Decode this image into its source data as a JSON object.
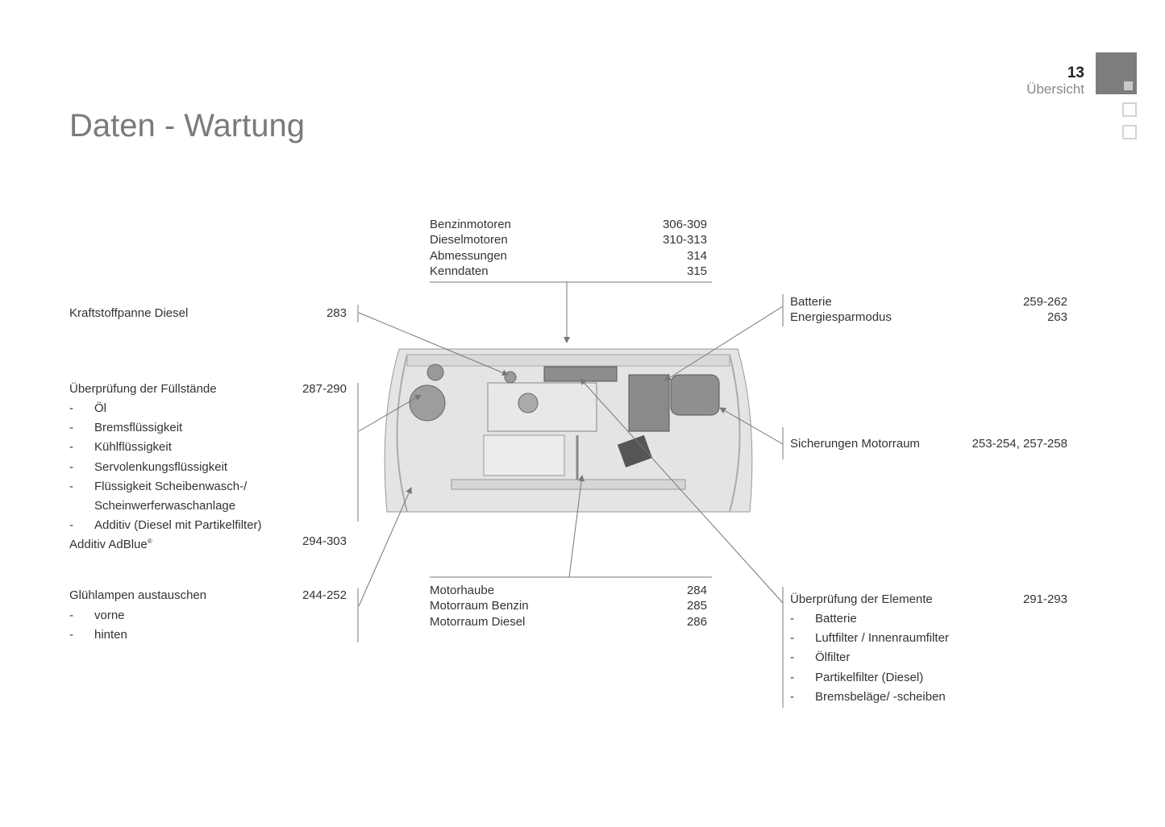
{
  "header": {
    "title": "Daten - Wartung",
    "page_number": "13",
    "section": "Übersicht"
  },
  "top_block": [
    {
      "label": "Benzinmotoren",
      "pages": "306-309"
    },
    {
      "label": "Dieselmotoren",
      "pages": "310-313"
    },
    {
      "label": "Abmessungen",
      "pages": "314"
    },
    {
      "label": "Kenndaten",
      "pages": "315"
    }
  ],
  "bottom_block": [
    {
      "label": "Motorhaube",
      "pages": "284"
    },
    {
      "label": "Motorraum Benzin",
      "pages": "285"
    },
    {
      "label": "Motorraum Diesel",
      "pages": "286"
    }
  ],
  "left": {
    "fuel": {
      "label": "Kraftstoffpanne Diesel",
      "pages": "283"
    },
    "levels": {
      "label": "Überprüfung der Füllstände",
      "pages": "287-290",
      "items": [
        "Öl",
        "Bremsflüssigkeit",
        "Kühlflüssigkeit",
        "Servolenkungsflüssigkeit",
        "Flüssigkeit Scheibenwasch-/",
        "Scheinwerferwaschanlage",
        "Additiv (Diesel mit Partikelfilter)"
      ]
    },
    "adblue": {
      "label": "Additiv AdBlue",
      "reg": "®",
      "pages": "294-303"
    },
    "bulbs": {
      "label": "Glühlampen austauschen",
      "pages": "244-252",
      "items": [
        "vorne",
        "hinten"
      ]
    }
  },
  "right": {
    "battery": [
      {
        "label": "Batterie",
        "pages": "259-262"
      },
      {
        "label": "Energiesparmodus",
        "pages": "263"
      }
    ],
    "fuses": {
      "label": "Sicherungen Motorraum",
      "pages": "253-254, 257-258"
    },
    "elements": {
      "label": "Überprüfung der Elemente",
      "pages": "291-293",
      "items": [
        "Batterie",
        "Luftfilter / Innenraumfilter",
        "Ölfilter",
        "Partikelfilter (Diesel)",
        "Bremsbeläge/ -scheiben"
      ]
    }
  },
  "dash": "-"
}
